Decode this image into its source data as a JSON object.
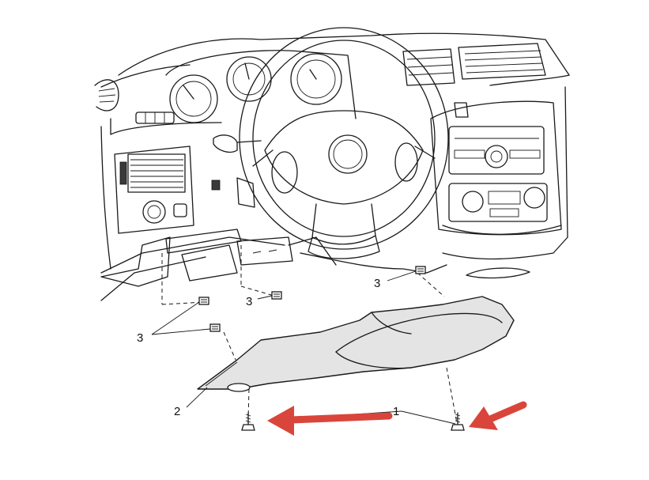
{
  "callouts": {
    "label_1": "1",
    "label_2": "2",
    "label_3_right": "3",
    "label_3_center": "3",
    "label_3_left": "3"
  },
  "colors": {
    "arrow": "#d9453b",
    "panel_fill": "#e4e4e4",
    "line": "#1a1a1a"
  }
}
